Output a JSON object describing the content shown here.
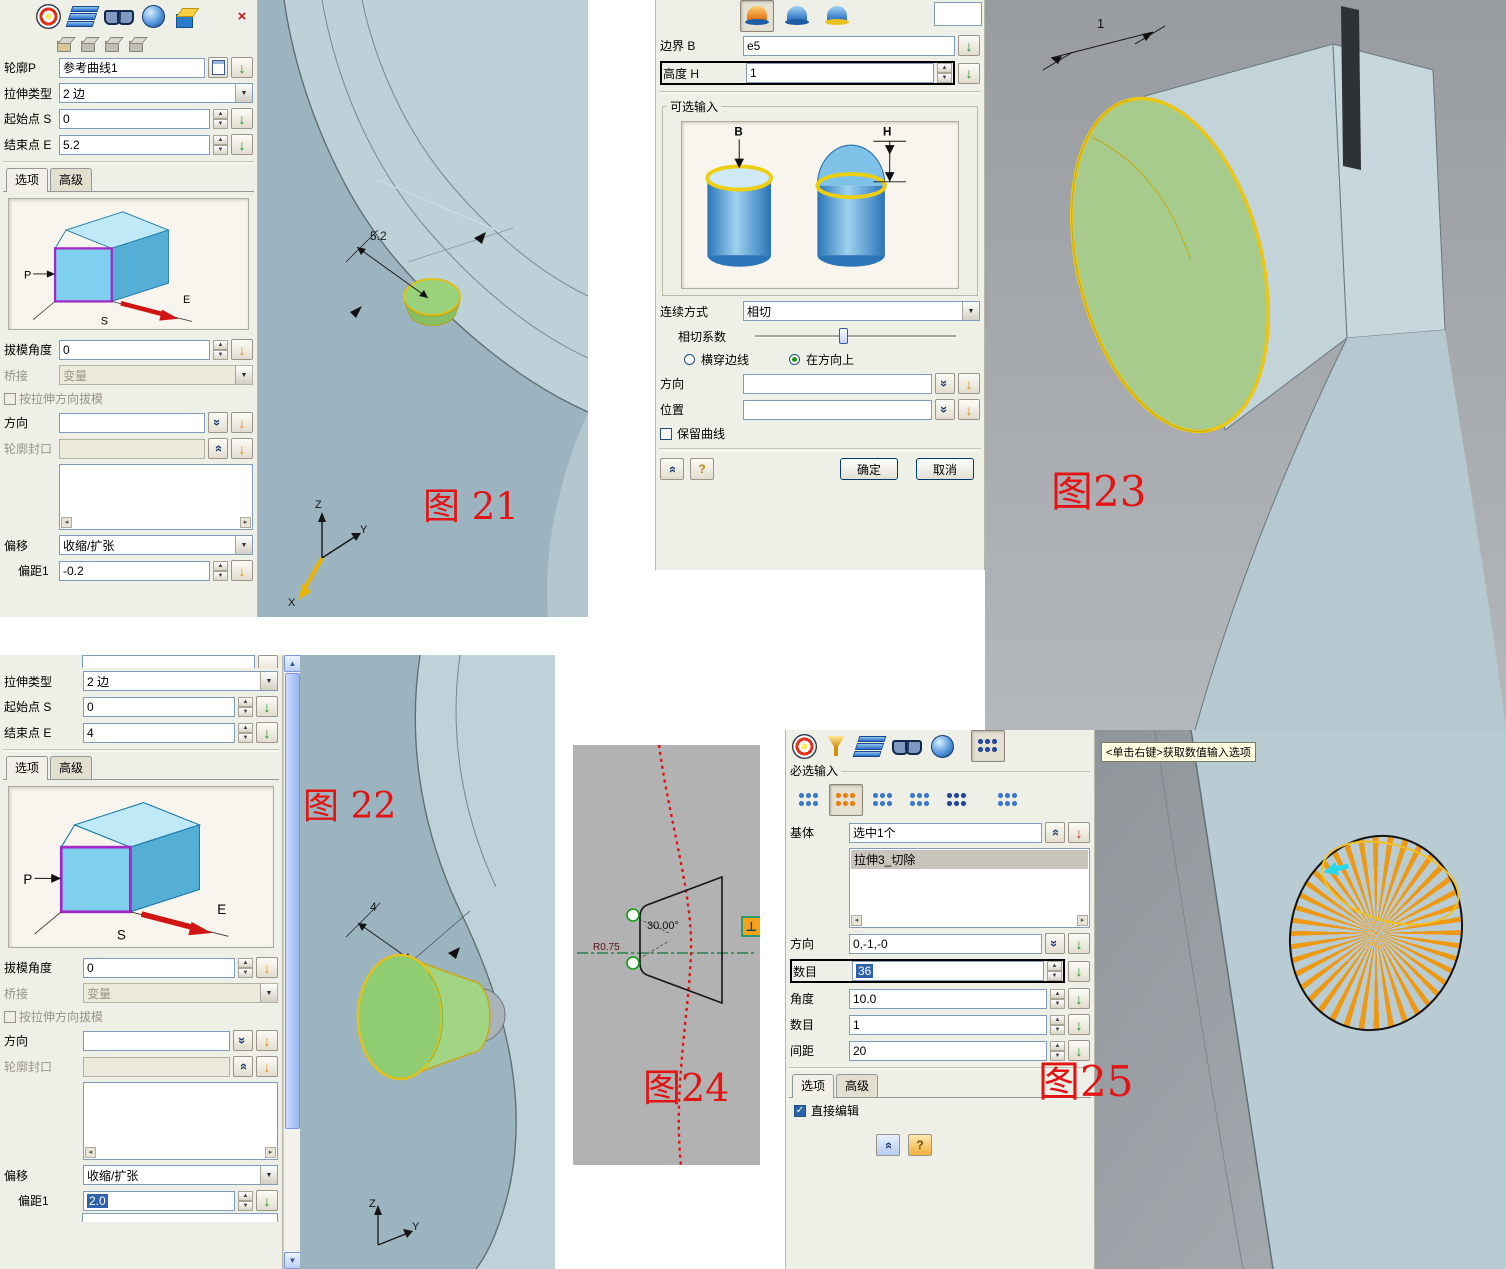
{
  "icons": {
    "close": "×",
    "pick_arrow": "↓",
    "spinner_up": "▲",
    "spinner_down": "▼",
    "dropdown_arrow": "▼",
    "chevron": "»",
    "perpendicular": "⊥",
    "check": "✓",
    "help": "?",
    "collapse": "»",
    "scroll_left": "◂",
    "scroll_right": "▸"
  },
  "fig21": {
    "dialog": {
      "profile": {
        "label": "轮廓P",
        "value": "参考曲线1"
      },
      "extrude_type": {
        "label": "拉伸类型",
        "value": "2 边"
      },
      "start_point": {
        "label": "起始点 S",
        "value": "0"
      },
      "end_point": {
        "label": "结束点 E",
        "value": "5.2"
      },
      "tabs": {
        "options": "选项",
        "advanced": "高级"
      },
      "cube": {
        "p": "P",
        "e": "E",
        "s": "S"
      },
      "draft_angle": {
        "label": "拔模角度",
        "value": "0"
      },
      "bridge": {
        "label": "桥接",
        "value": "变量"
      },
      "draft_by_dir": {
        "label": "按拉伸方向拔模"
      },
      "direction": {
        "label": "方向",
        "value": ""
      },
      "profile_cap": {
        "label": "轮廓封口",
        "value": ""
      },
      "offset": {
        "label": "偏移",
        "value": "收缩/扩张"
      },
      "offset1": {
        "label": "偏距1",
        "value": "-0.2"
      }
    },
    "view": {
      "caption": "图 21",
      "dimension": "5.2",
      "axis_z": "Z",
      "axis_y": "Y",
      "axis_x": "X"
    }
  },
  "fig22": {
    "dialog": {
      "extrude_type": {
        "label": "拉伸类型",
        "value": "2 边"
      },
      "start_point": {
        "label": "起始点 S",
        "value": "0"
      },
      "end_point": {
        "label": "结束点 E",
        "value": "4"
      },
      "tabs": {
        "options": "选项",
        "advanced": "高级"
      },
      "cube": {
        "p": "P",
        "e": "E",
        "s": "S"
      },
      "draft_angle": {
        "label": "拔模角度",
        "value": "0"
      },
      "bridge": {
        "label": "桥接",
        "value": "变量"
      },
      "draft_by_dir": {
        "label": "按拉伸方向拔模"
      },
      "direction": {
        "label": "方向",
        "value": ""
      },
      "profile_cap": {
        "label": "轮廓封口",
        "value": ""
      },
      "offset": {
        "label": "偏移",
        "value": "收缩/扩张"
      },
      "offset1": {
        "label": "偏距1",
        "value": "2.0"
      }
    },
    "view": {
      "caption": "图 22",
      "dimension": "4",
      "axis_z": "Z",
      "axis_y": "Y"
    }
  },
  "fig23": {
    "dialog": {
      "boundary": {
        "label": "边界 B",
        "value": "e5"
      },
      "height": {
        "label": "高度 H",
        "value": "1"
      },
      "optional_group": "可选输入",
      "diagram": {
        "b": "B",
        "h": "H"
      },
      "continuity": {
        "label": "连续方式",
        "value": "相切"
      },
      "tangent_factor_label": "相切系数",
      "radio_cross": "横穿边线",
      "radio_on_direction": "在方向上",
      "direction_label": "方向",
      "position_label": "位置",
      "keep_curve": "保留曲线",
      "ok": "确定",
      "cancel": "取消"
    },
    "view": {
      "caption": "图23",
      "dimension": "1"
    }
  },
  "fig24": {
    "view": {
      "caption": "图24",
      "angle": "30.00°",
      "radius": "R0.75"
    }
  },
  "fig25": {
    "tooltip": "<单击右键>获取数值输入选项",
    "dialog": {
      "required_group": "必选输入",
      "base": {
        "label": "基体",
        "value": "选中1个"
      },
      "list_item": "拉伸3_切除",
      "direction": {
        "label": "方向",
        "value": "0,-1,-0"
      },
      "count": {
        "label": "数目",
        "value": "36"
      },
      "angle": {
        "label": "角度",
        "value": "10.0"
      },
      "count2": {
        "label": "数目",
        "value": "1"
      },
      "spacing": {
        "label": "间距",
        "value": "20"
      },
      "tabs": {
        "options": "选项",
        "advanced": "高级"
      },
      "direct_edit": "直接编辑"
    },
    "view": {
      "caption": "图25"
    }
  }
}
